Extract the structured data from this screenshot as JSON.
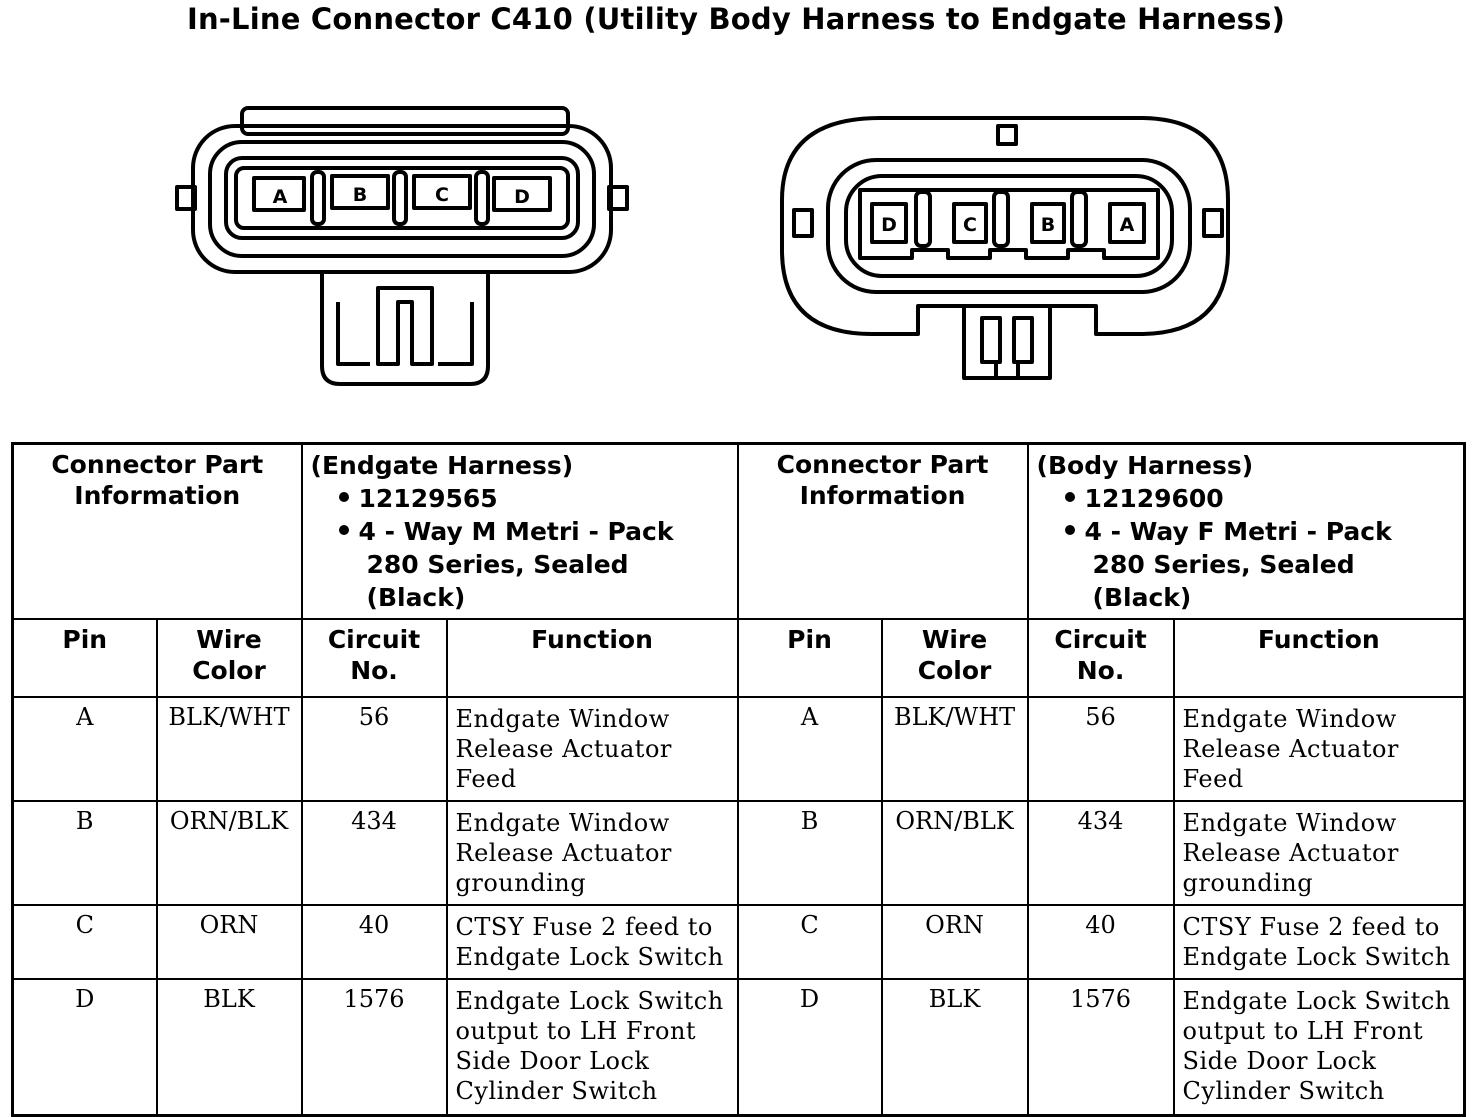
{
  "title": "In-Line Connector C410 (Utility Body Harness to Endgate Harness)",
  "connector_left": {
    "pins": [
      "A",
      "B",
      "C",
      "D"
    ]
  },
  "connector_right": {
    "pins": [
      "D",
      "C",
      "B",
      "A"
    ]
  },
  "table": {
    "left": {
      "info_label": [
        "Connector Part",
        "Information"
      ],
      "part_info": {
        "harness": "(Endgate Harness)",
        "part_number": "12129565",
        "type_line1": "4 - Way M Metri - Pack",
        "type_line2": "280 Series, Sealed",
        "color": "(Black)"
      },
      "col_headers": {
        "pin": "Pin",
        "wire_color": [
          "Wire",
          "Color"
        ],
        "circuit": [
          "Circuit",
          "No."
        ],
        "function": "Function"
      },
      "rows": [
        {
          "pin": "A",
          "wire": "BLK/WHT",
          "circuit": "56",
          "function": [
            "Endgate Window",
            "Release Actuator Feed"
          ]
        },
        {
          "pin": "B",
          "wire": "ORN/BLK",
          "circuit": "434",
          "function": [
            "Endgate Window",
            "Release Actuator",
            "grounding"
          ]
        },
        {
          "pin": "C",
          "wire": "ORN",
          "circuit": "40",
          "function": [
            "CTSY Fuse 2 feed to",
            "Endgate Lock Switch"
          ]
        },
        {
          "pin": "D",
          "wire": "BLK",
          "circuit": "1576",
          "function": [
            "Endgate Lock Switch",
            "output to LH Front",
            "Side Door Lock",
            "Cylinder Switch"
          ]
        }
      ]
    },
    "right": {
      "info_label": [
        "Connector Part",
        "Information"
      ],
      "part_info": {
        "harness": "(Body Harness)",
        "part_number": "12129600",
        "type_line1": "4 - Way F Metri - Pack",
        "type_line2": "280 Series, Sealed",
        "color": "(Black)"
      },
      "col_headers": {
        "pin": "Pin",
        "wire_color": [
          "Wire",
          "Color"
        ],
        "circuit": [
          "Circuit",
          "No."
        ],
        "function": "Function"
      },
      "rows": [
        {
          "pin": "A",
          "wire": "BLK/WHT",
          "circuit": "56",
          "function": [
            "Endgate Window",
            "Release Actuator Feed"
          ]
        },
        {
          "pin": "B",
          "wire": "ORN/BLK",
          "circuit": "434",
          "function": [
            "Endgate Window",
            "Release Actuator",
            "grounding"
          ]
        },
        {
          "pin": "C",
          "wire": "ORN",
          "circuit": "40",
          "function": [
            "CTSY Fuse 2 feed to",
            "Endgate Lock Switch"
          ]
        },
        {
          "pin": "D",
          "wire": "BLK",
          "circuit": "1576",
          "function": [
            "Endgate Lock Switch",
            "output to LH Front",
            "Side Door Lock",
            "Cylinder Switch"
          ]
        }
      ]
    }
  }
}
